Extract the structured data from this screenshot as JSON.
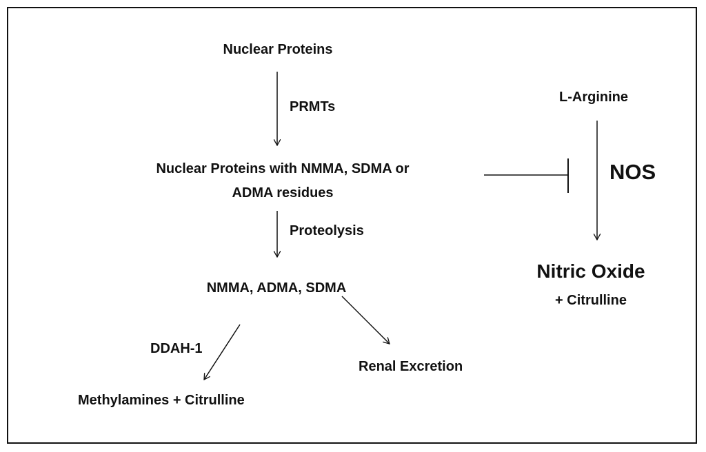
{
  "nodes": {
    "nuclear_proteins": "Nuclear Proteins",
    "nuclear_proteins_methylated_line1": "Nuclear Proteins with NMMA, SDMA or",
    "nuclear_proteins_methylated_line2": "ADMA residues",
    "methylarginines": "NMMA, ADMA, SDMA",
    "methylamines": "Methylamines + Citrulline",
    "renal_excretion": "Renal Excretion",
    "l_arginine": "L-Arginine",
    "nitric_oxide": "Nitric Oxide",
    "citrulline": "+ Citrulline"
  },
  "edge_labels": {
    "prmts": "PRMTs",
    "proteolysis": "Proteolysis",
    "ddah1": "DDAH-1",
    "nos": "NOS"
  }
}
